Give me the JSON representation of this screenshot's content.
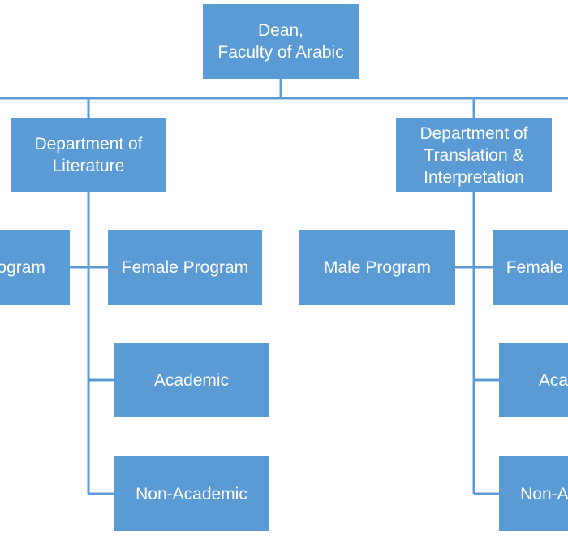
{
  "colors": {
    "box_fill": "#5b9bd5",
    "connector": "#5b9bd5",
    "text": "#ffffff",
    "background": "#ffffff"
  },
  "org_chart": {
    "root": {
      "lines": [
        "Dean,",
        "Faculty of Arabic"
      ]
    },
    "departments": [
      {
        "lines": [
          "Department of",
          "Literature"
        ],
        "programs": [
          {
            "label": "Male Program"
          },
          {
            "label": "Female Program"
          },
          {
            "label": "Academic"
          },
          {
            "label": "Non-Academic"
          }
        ]
      },
      {
        "lines": [
          "Department of",
          "Translation &",
          "Interpretation"
        ],
        "programs": [
          {
            "label": "Male Program"
          },
          {
            "label": "Female Program"
          },
          {
            "label": "Academic"
          },
          {
            "label": "Non-Academic"
          }
        ]
      }
    ]
  }
}
